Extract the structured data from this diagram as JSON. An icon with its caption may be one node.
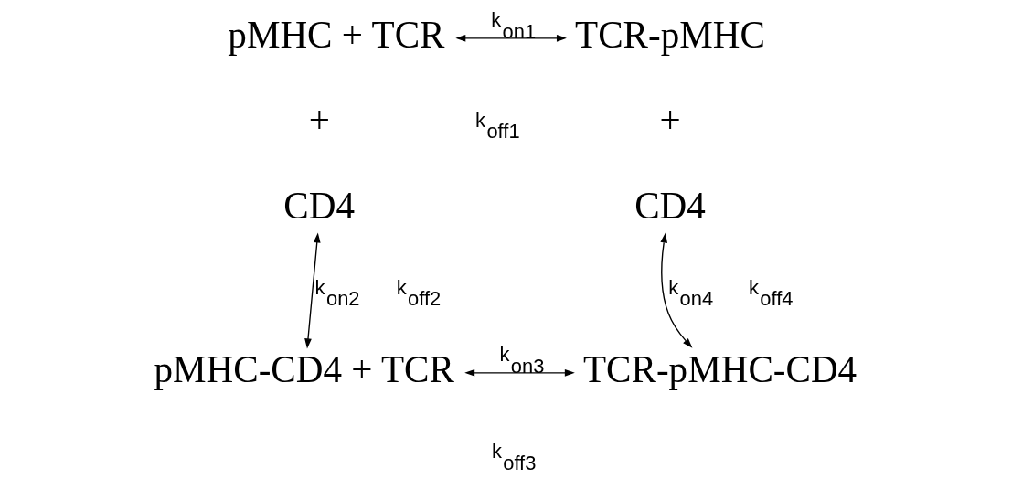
{
  "diagram": {
    "nodes": [
      {
        "text": [
          "pMHC + TCR"
        ]
      },
      {
        "text": [
          "TCR-pMHC"
        ]
      },
      {
        "text": [
          "CD4"
        ]
      },
      {
        "text": [
          "CD4"
        ]
      },
      {
        "text": [
          "pMHC-CD4 + TCR"
        ]
      },
      {
        "text": [
          "TCR-pMHC-CD4"
        ]
      }
    ],
    "edges": [
      {
        "from": 0,
        "to": 1,
        "arrow": "both",
        "label": "k$_{on1}$"
      },
      {
        "from": 2,
        "to": 4,
        "arrow": "both",
        "label": "k$_{on2}$"
      },
      {
        "from": 3,
        "to": 5,
        "arrow": "both",
        "label": "k$_{on4}$"
      },
      {
        "from": 4,
        "to": 5,
        "arrow": "both",
        "label": "k$_{on3}$"
      }
    ],
    "labels": [
      "k$_{off1}$",
      "+",
      "+",
      "k$_{off2}$",
      "k$_{off4}$",
      "k$_{off3}$"
    ]
  }
}
